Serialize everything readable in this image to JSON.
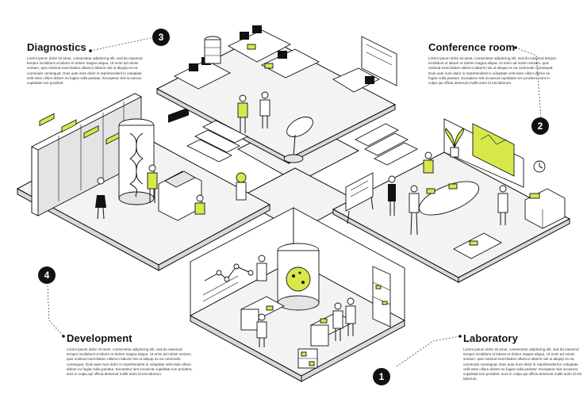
{
  "colors": {
    "accent": "#d7e84a",
    "ink": "#111111",
    "floor": "#f2f2f2",
    "wall": "#e2e2e2"
  },
  "sections": [
    {
      "number": "1",
      "title": "Laboratory",
      "body": "Lorem ipsum dolor sit amet, consectetur adipiscing elit, sed do eiusmod tempor incididunt ut labore et dolore magna aliqua. Ut enim ad minim veniam, quis nostrud exercitation ullamco laboris nisi ut aliquip ex ea commodo consequat. Duis aute irure dolor in reprehenderit in voluptate velit esse cillum dolore eu fugiat nulla pariatur. Excepteur sint occaecat cupidatat non proident, sunt in culpa qui officia deserunt mollit anim id est laborum."
    },
    {
      "number": "2",
      "title": "Conference room",
      "body": "Lorem ipsum dolor sit amet, consectetur adipiscing elit, sed do eiusmod tempor incididunt ut labore et dolore magna aliqua. Ut enim ad minim veniam, quis nostrud exercitation ullamco laboris nisi ut aliquip ex ea commodo consequat. Duis aute irure dolor in reprehenderit in voluptate velit esse cillum dolore eu fugiat nulla pariatur. Excepteur sint occaecat cupidatat non proident, sunt in culpa qui officia deserunt mollit anim id est laborum."
    },
    {
      "number": "3",
      "title": "Diagnostics",
      "body": "Lorem ipsum dolor sit amet, consectetur adipiscing elit, sed do eiusmod tempor incididunt ut labore et dolore magna aliqua. Ut enim ad minim veniam, quis nostrud exercitation ullamco laboris nisi ut aliquip ex ea commodo consequat. Duis aute irure dolor in reprehenderit in voluptate velit esse cillum dolore eu fugiat nulla pariatur. Excepteur sint occaecat cupidatat non proident."
    },
    {
      "number": "4",
      "title": "Development",
      "body": "Lorem ipsum dolor sit amet, consectetur adipiscing elit, sed do eiusmod tempor incididunt ut labore et dolore magna aliqua. Ut enim ad minim veniam, quis nostrud exercitation ullamco laboris nisi ut aliquip ex ea commodo consequat. Duis aute irure dolor in reprehenderit in voluptate velit esse cillum dolore eu fugiat nulla pariatur. Excepteur sint occaecat cupidatat non proident, sunt in culpa qui officia deserunt mollit anim id est laborum."
    }
  ]
}
